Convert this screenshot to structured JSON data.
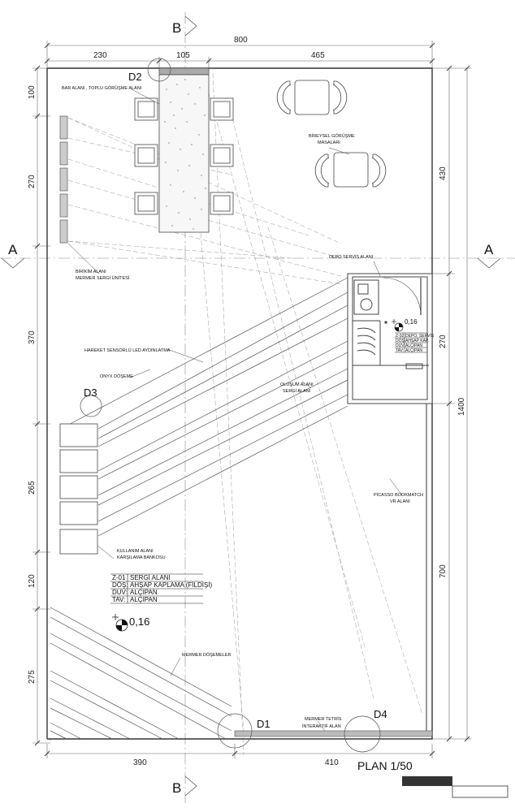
{
  "sections": {
    "b_top": "B",
    "b_bottom": "B",
    "a_left": "A",
    "a_right": "A"
  },
  "dimensions": {
    "top_total": "800",
    "top_1": "230",
    "top_2": "105",
    "top_3": "465",
    "left_1": "100",
    "left_2": "270",
    "left_3": "370",
    "left_4": "265",
    "left_5": "120",
    "left_6": "275",
    "right_1": "430",
    "right_2": "270",
    "right_3": "700",
    "right_total": "1400",
    "bottom_1": "390",
    "bottom_2": "410"
  },
  "details": {
    "d1": "D1",
    "d2": "D2",
    "d3": "D3",
    "d4": "D4"
  },
  "labels": {
    "bar": "BAR ALANI , TOPLU GÖRÜŞME ALANI",
    "bireysel_1": "BİREYSEL GÖRÜŞME",
    "bireysel_2": "MASALARI",
    "depo_servis": "DEPO SERVİS ALANI",
    "birikim_1": "BİRİKİM ALANI",
    "birikim_2": "MERMER SERGİ  ÜNİTESİ",
    "led": "HAREKET SENSÖRLÜ LED AYDINLATMA",
    "onyx": "ONYX DÖŞEME",
    "olusum_1": "OLUŞUM ALANI",
    "olusum_2": "SERGİ ALANI",
    "picasso_1": "PİCASSO BOOKMATCH",
    "picasso_2": "VR ALANI",
    "kullanim_1": "KULLANIM ALANI",
    "kullanim_2": "KARŞILAMA BANKOSU",
    "mermer": "MERMER DÖŞEMELER",
    "tetris_1": "MERMER TETRİS",
    "tetris_2": "İNTERAKTİF ALAN"
  },
  "level_main": "0,16",
  "level_depo": "0,16",
  "room_main": [
    [
      "Z-01",
      "SERGİ ALANI"
    ],
    [
      "DÖŞ:",
      "AHŞAP KAPLAMA (FİLDİŞİ)"
    ],
    [
      "DUV:",
      "ALÇIPAN"
    ],
    [
      "TAV:",
      "ALÇIPAN"
    ]
  ],
  "room_depo": [
    [
      "Z-02",
      "DEPO, SERVİS"
    ],
    [
      "DÖŞ:",
      "AHŞAP KAP."
    ],
    [
      "DUV:",
      "ALÇIPAN"
    ],
    [
      "TAV:",
      "ALÇIPAN"
    ]
  ],
  "title": "PLAN  1/50"
}
